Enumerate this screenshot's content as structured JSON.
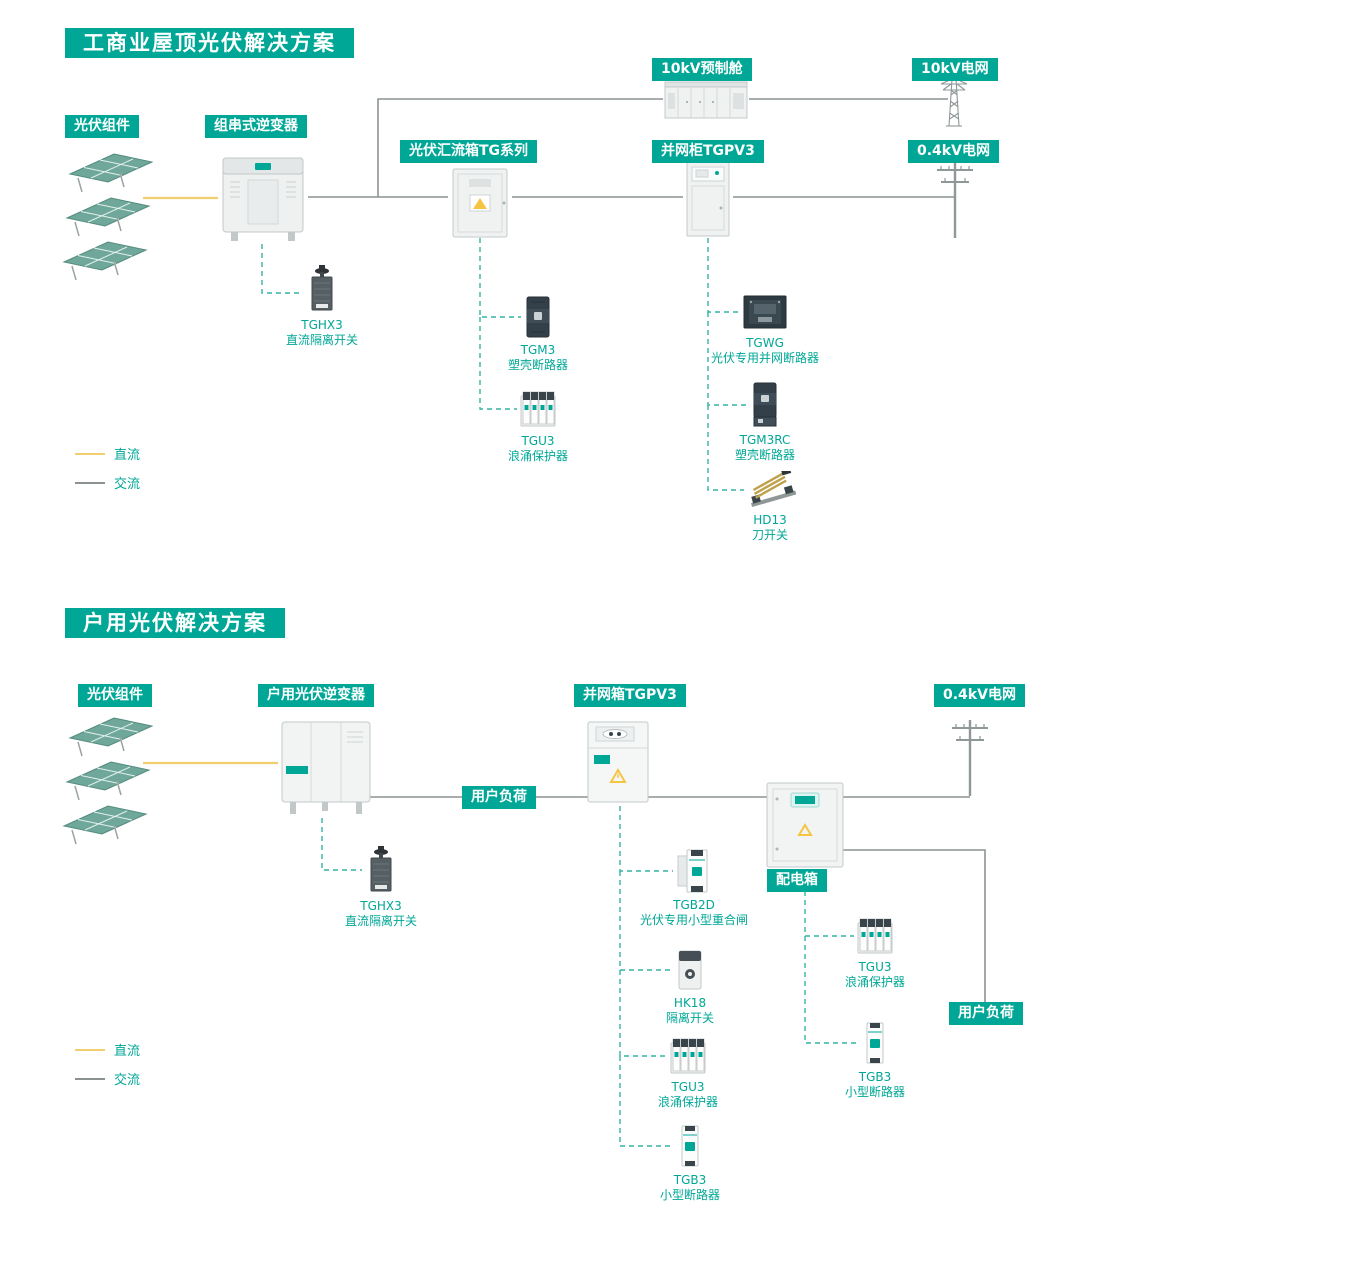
{
  "colors": {
    "teal": "#00A796",
    "dc_line": "#EFCF6E",
    "ac_line": "#8C9292"
  },
  "s1": {
    "title": "工商业屋顶光伏解决方案",
    "badges": {
      "pv": "光伏组件",
      "inverter": "组串式逆变器",
      "combiner": "光伏汇流箱TG系列",
      "cabin": "10kV预制舱",
      "gridcab": "并网柜TGPV3",
      "grid10": "10kV电网",
      "grid04": "0.4kV电网"
    },
    "comps": {
      "tghx3": {
        "name": "TGHX3",
        "desc": "直流隔离开关"
      },
      "tgm3": {
        "name": "TGM3",
        "desc": "塑壳断路器"
      },
      "tgu3": {
        "name": "TGU3",
        "desc": "浪涌保护器"
      },
      "tgwg": {
        "name": "TGWG",
        "desc": "光伏专用并网断路器"
      },
      "tgm3rc": {
        "name": "TGM3RC",
        "desc": "塑壳断路器"
      },
      "hd13": {
        "name": "HD13",
        "desc": "刀开关"
      }
    },
    "legend": {
      "dc": "直流",
      "ac": "交流"
    }
  },
  "s2": {
    "title": "户用光伏解决方案",
    "badges": {
      "pv": "光伏组件",
      "inverter": "户用光伏逆变器",
      "gridbox": "并网箱TGPV3",
      "grid04": "0.4kV电网",
      "load_mid": "用户负荷",
      "distbox": "配电箱",
      "load_right": "用户负荷"
    },
    "comps": {
      "tghx3": {
        "name": "TGHX3",
        "desc": "直流隔离开关"
      },
      "tgb2d": {
        "name": "TGB2D",
        "desc": "光伏专用小型重合闸"
      },
      "hk18": {
        "name": "HK18",
        "desc": "隔离开关"
      },
      "tgu3_main": {
        "name": "TGU3",
        "desc": "浪涌保护器"
      },
      "tgb3_main": {
        "name": "TGB3",
        "desc": "小型断路器"
      },
      "tgu3_dist": {
        "name": "TGU3",
        "desc": "浪涌保护器"
      },
      "tgb3_dist": {
        "name": "TGB3",
        "desc": "小型断路器"
      }
    },
    "legend": {
      "dc": "直流",
      "ac": "交流"
    }
  }
}
